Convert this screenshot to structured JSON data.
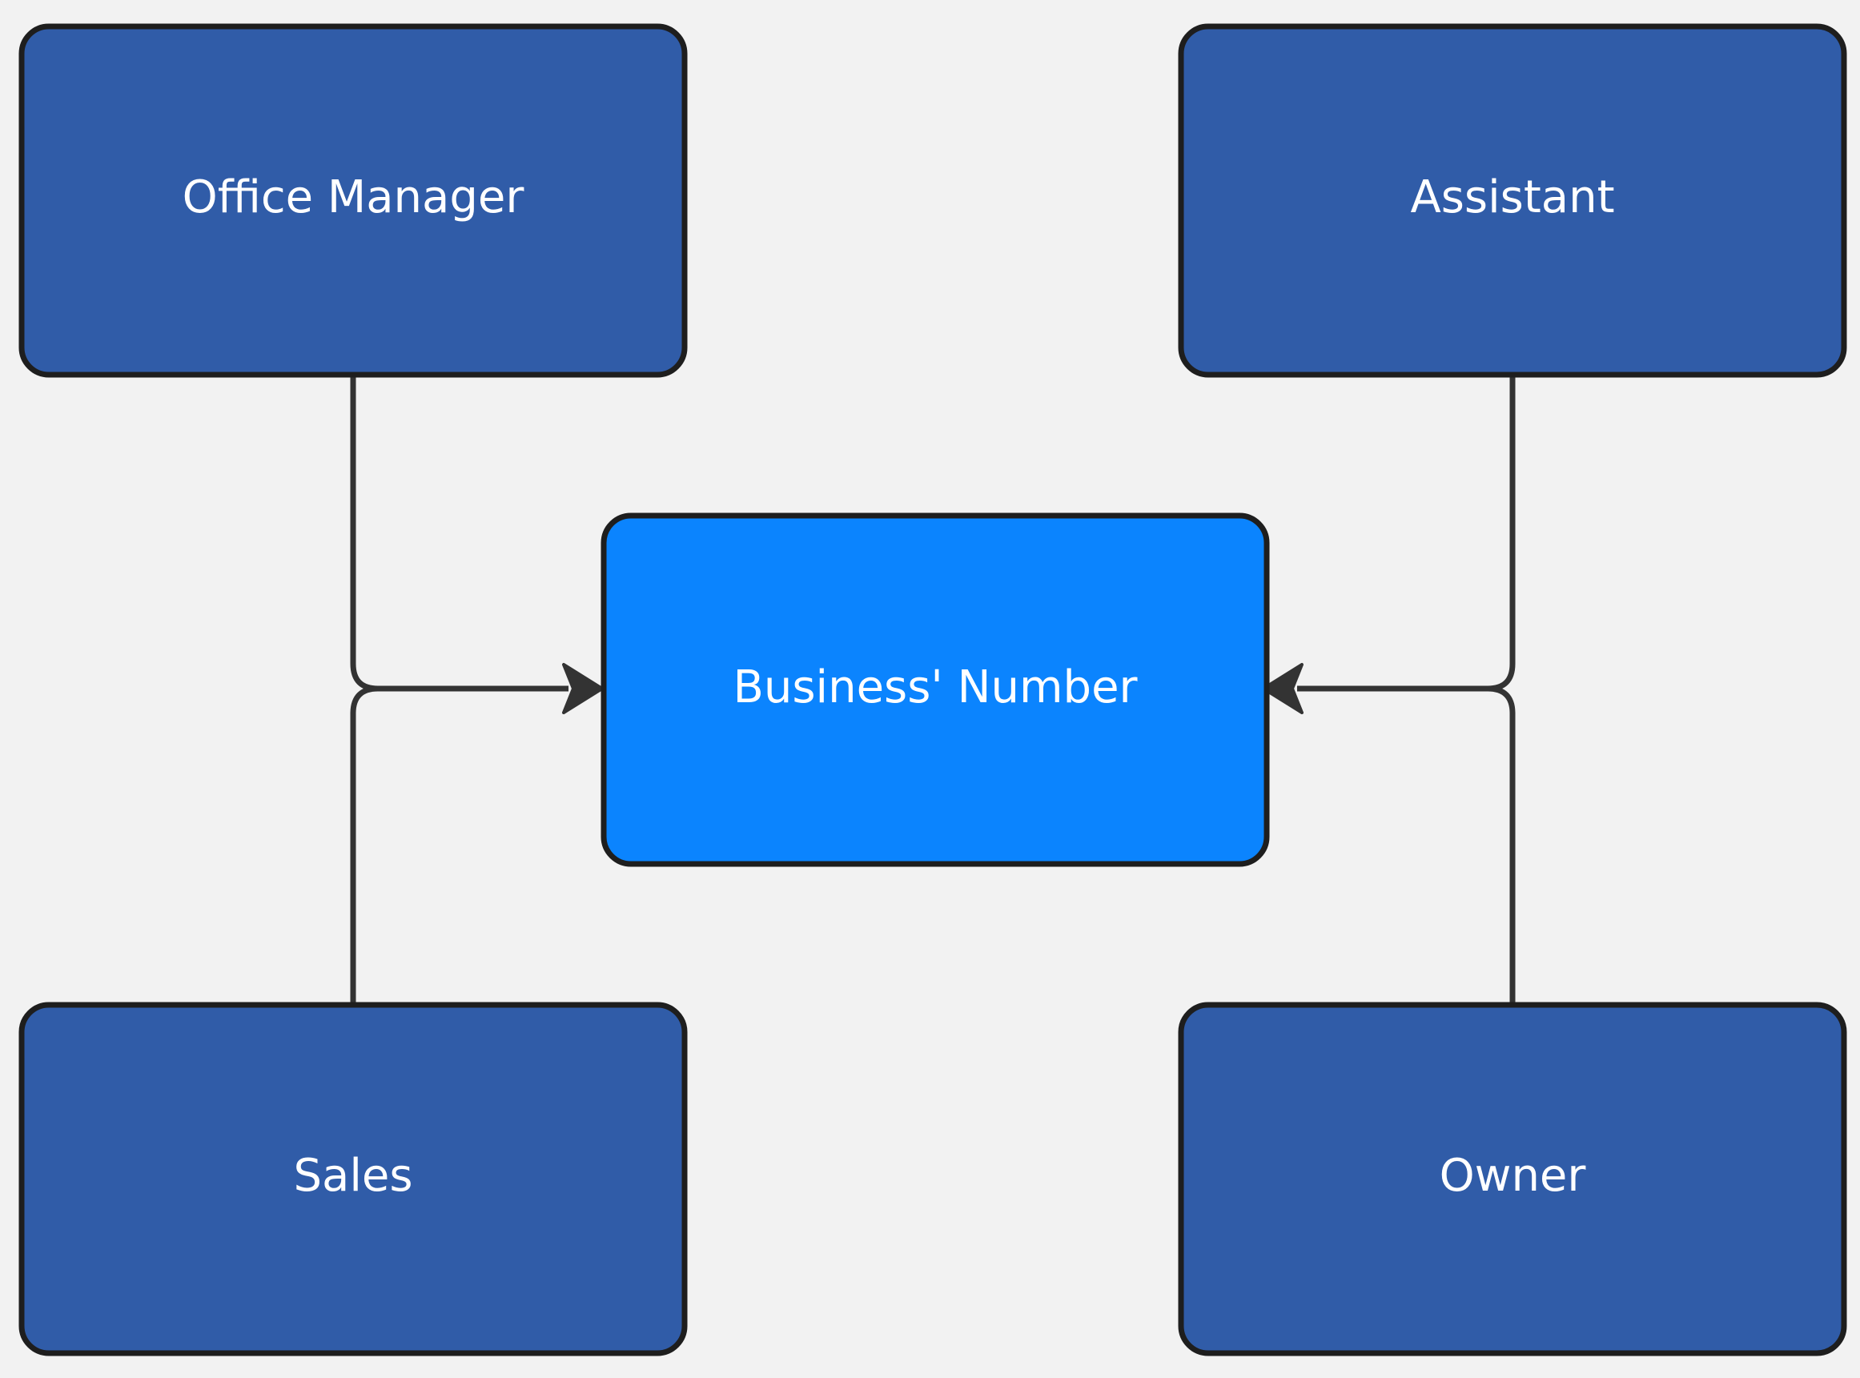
{
  "colors": {
    "background": "#f2f2f2",
    "node_fill": "#305ca8",
    "center_fill": "#0b84fe",
    "node_stroke": "#1e1e1e",
    "edge": "#333333",
    "label": "#ffffff"
  },
  "nodes": {
    "office_manager": {
      "label": "Office Manager"
    },
    "assistant": {
      "label": "Assistant"
    },
    "business_number": {
      "label": "Business' Number"
    },
    "sales": {
      "label": "Sales"
    },
    "owner": {
      "label": "Owner"
    }
  },
  "edges": [
    {
      "from": "Office Manager",
      "to": "Business' Number"
    },
    {
      "from": "Sales",
      "to": "Business' Number"
    },
    {
      "from": "Assistant",
      "to": "Business' Number"
    },
    {
      "from": "Owner",
      "to": "Business' Number"
    }
  ]
}
